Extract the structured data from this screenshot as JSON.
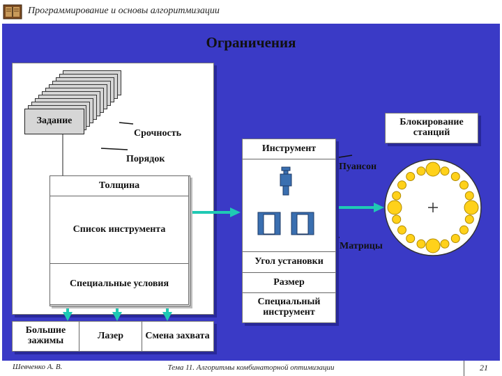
{
  "header": {
    "course_title": "Программирование и основы алгоритмизации"
  },
  "slide": {
    "title": "Ограничения"
  },
  "left": {
    "task_label": "Задание",
    "urgency_label": "Срочность",
    "order_label": "Порядок",
    "thickness_label": "Толщина",
    "tool_list_label": "Список инструмента",
    "special_conditions_label": "Специальные условия"
  },
  "bottom": {
    "big_clamps_label": "Большие зажимы",
    "laser_label": "Лазер",
    "grip_change_label": "Смена захвата"
  },
  "middle": {
    "tool_label": "Инструмент",
    "punch_label": "Пуансон",
    "dies_label": "Матрицы",
    "install_angle_label": "Угол установки",
    "size_label": "Размер",
    "special_tool_label": "Специальный инструмент"
  },
  "right": {
    "blocking_label": "Блокирование станций"
  },
  "footer": {
    "author": "Шевченко А. В.",
    "topic": "Тема 11. Алгоритмы комбинаторной оптимизации",
    "page_number": "21"
  },
  "colors": {
    "background_blue": "#3a3ac6",
    "arrow_cyan": "#1fc9b4",
    "station_fill": "#ffd11a",
    "station_stroke": "#b08a00"
  }
}
